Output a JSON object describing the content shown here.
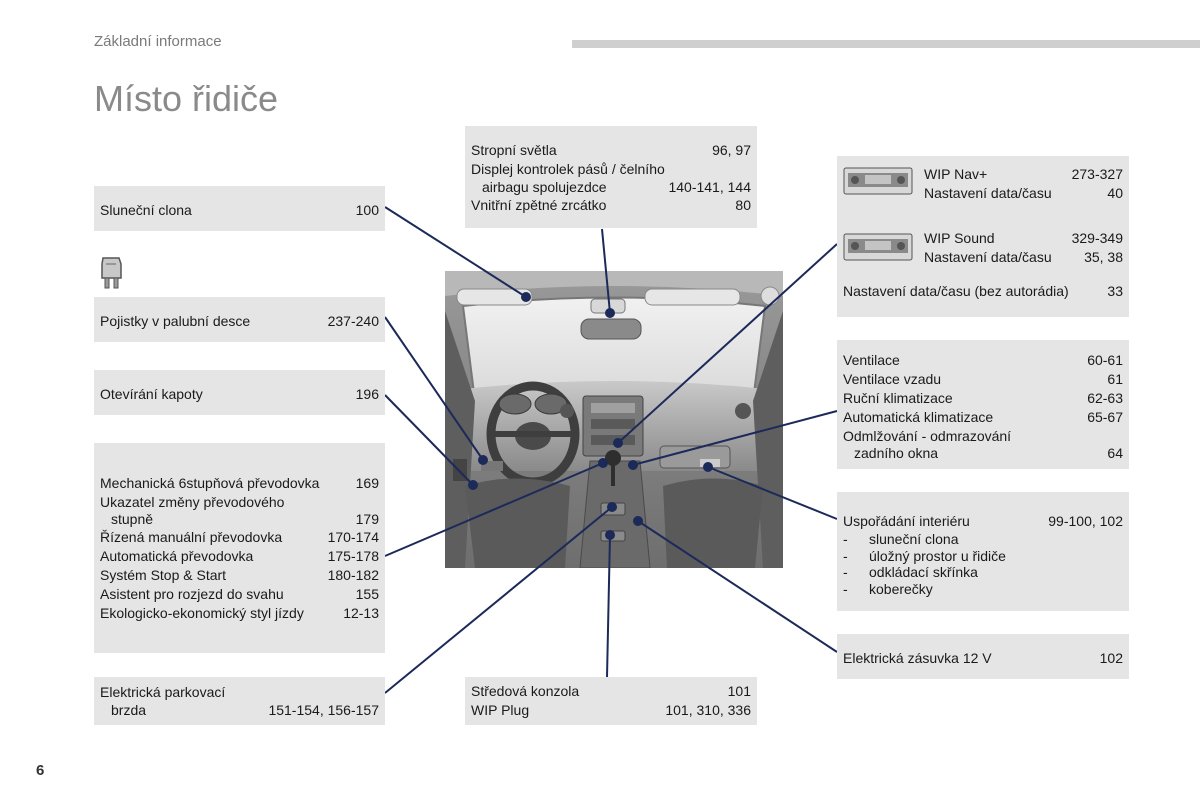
{
  "header": {
    "section": "Základní informace",
    "title": "Místo řidiče",
    "page_number": "6"
  },
  "boxes": {
    "roof": {
      "items": [
        {
          "label": "Stropní světla",
          "page": "96, 97"
        },
        {
          "label": "Displej kontrolek pásů / čelního",
          "cont": "airbagu spolujezdce",
          "page": "140-141, 144"
        },
        {
          "label": "Vnitřní zpětné zrcátko",
          "page": "80"
        }
      ]
    },
    "sun_visor": {
      "label": "Sluneční clona",
      "page": "100"
    },
    "fuses": {
      "label": "Pojistky v palubní desce",
      "page": "237-240"
    },
    "bonnet": {
      "label": "Otevírání kapoty",
      "page": "196"
    },
    "gearbox": {
      "items": [
        {
          "label": "Mechanická 6stupňová převodovka",
          "page": "169"
        },
        {
          "label": "Ukazatel změny převodového",
          "cont": "stupně",
          "page": "179"
        },
        {
          "label": "Řízená manuální převodovka",
          "page": "170-174"
        },
        {
          "label": "Automatická převodovka",
          "page": "175-178"
        },
        {
          "label": "Systém Stop & Start",
          "page": "180-182"
        },
        {
          "label": "Asistent pro rozjezd do svahu",
          "page": "155"
        },
        {
          "label": "Ekologicko-ekonomický styl jízdy",
          "page": "12-13"
        }
      ]
    },
    "parking_brake": {
      "label": "Elektrická parkovací",
      "cont": "brzda",
      "page": "151-154, 156-157"
    },
    "console": {
      "items": [
        {
          "label": "Středová konzola",
          "page": "101"
        },
        {
          "label": "WIP Plug",
          "page": "101, 310, 336"
        }
      ]
    },
    "audio": {
      "nav": {
        "label": "WIP Nav+",
        "page": "273-327",
        "sub_label": "Nastavení data/času",
        "sub_page": "40"
      },
      "sound": {
        "label": "WIP Sound",
        "page": "329-349",
        "sub_label": "Nastavení data/času",
        "sub_page": "35, 38"
      },
      "no_radio": {
        "label": "Nastavení data/času (bez autorádia)",
        "page": "33"
      }
    },
    "ventilation": {
      "items": [
        {
          "label": "Ventilace",
          "page": "60-61"
        },
        {
          "label": "Ventilace vzadu",
          "page": "61"
        },
        {
          "label": "Ruční klimatizace",
          "page": "62-63"
        },
        {
          "label": "Automatická klimatizace",
          "page": "65-67"
        },
        {
          "label": "Odmlžování - odmrazování",
          "cont": "zadního okna",
          "page": "64"
        }
      ]
    },
    "interior": {
      "label": "Uspořádání interiéru",
      "page": "99-100, 102",
      "subs": [
        "sluneční clona",
        "úložný prostor u řidiče",
        "odkládací skřínka",
        "koberečky"
      ]
    },
    "socket": {
      "label": "Elektrická zásuvka 12 V",
      "page": "102"
    }
  }
}
